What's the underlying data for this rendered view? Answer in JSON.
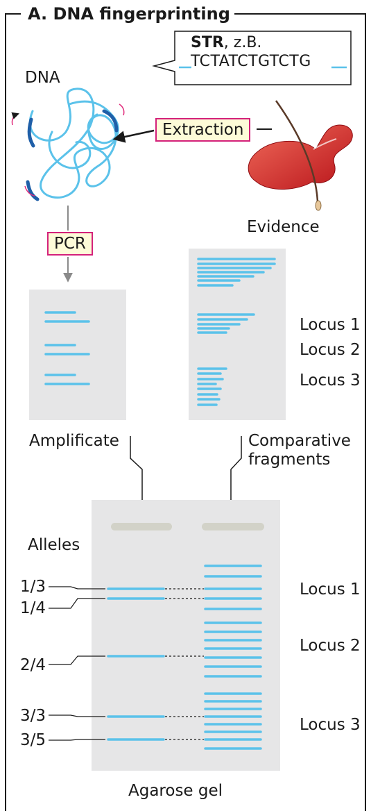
{
  "title": "A. DNA fingerprinting",
  "str_box": {
    "bold": "STR",
    "suffix": ", z.B.",
    "sequence": "TCTATCTGTCTG"
  },
  "labels": {
    "dna": "DNA",
    "extraction": "Extraction",
    "evidence": "Evidence",
    "pcr": "PCR",
    "amplificate": "Amplificate",
    "comparative_line1": "Comparative",
    "comparative_line2": "fragments",
    "alleles": "Alleles",
    "agarose_gel": "Agarose gel"
  },
  "loci_upper": [
    "Locus 1",
    "Locus 2",
    "Locus 3"
  ],
  "loci_gel": [
    "Locus 1",
    "Locus 2",
    "Locus 3"
  ],
  "alleles": [
    "1/3",
    "1/4",
    "2/4",
    "3/3",
    "3/5"
  ],
  "colors": {
    "band": "#5bc2ea",
    "gel": "#e6e6e7",
    "box_fill": "#fdfbd8",
    "box_border": "#d4217a",
    "dna_strand": "#5bc2ea",
    "dna_marker": "#1f5fa8",
    "evidence_blood": "#d8262b"
  }
}
